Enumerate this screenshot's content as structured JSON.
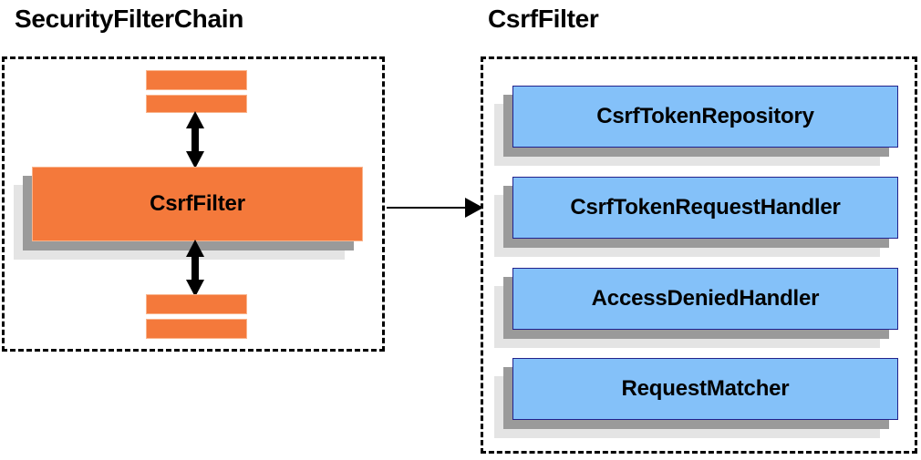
{
  "diagram": {
    "type": "component-relationship-diagram",
    "background_color": "#ffffff",
    "palette": {
      "orange_fill": "#F4793B",
      "orange_border": "#F9B48C",
      "blue_fill": "#84C1F9",
      "blue_border": "#22228C",
      "shadow_dark": "#9A9A9A",
      "shadow_light": "#E4E4E4",
      "outline": "#000000"
    }
  },
  "panels": {
    "left": {
      "title": "SecurityFilterChain",
      "nodes": [
        {
          "id": "filter-bar-1",
          "label": "",
          "kind": "orange-bar"
        },
        {
          "id": "filter-bar-2",
          "label": "",
          "kind": "orange-bar"
        },
        {
          "id": "csrf-filter",
          "label": "CsrfFilter",
          "kind": "orange-node"
        },
        {
          "id": "filter-bar-3",
          "label": "",
          "kind": "orange-bar"
        },
        {
          "id": "filter-bar-4",
          "label": "",
          "kind": "orange-bar"
        }
      ],
      "connectors": [
        {
          "id": "chain-up",
          "kind": "double-arrow-vertical"
        },
        {
          "id": "chain-down",
          "kind": "double-arrow-vertical"
        }
      ]
    },
    "right": {
      "title": "CsrfFilter",
      "nodes": [
        {
          "id": "csrf-token-repository",
          "label": "CsrfTokenRepository",
          "kind": "blue-node"
        },
        {
          "id": "csrf-token-request-handler",
          "label": "CsrfTokenRequestHandler",
          "kind": "blue-node"
        },
        {
          "id": "access-denied-handler",
          "label": "AccessDeniedHandler",
          "kind": "blue-node"
        },
        {
          "id": "request-matcher",
          "label": "RequestMatcher",
          "kind": "blue-node"
        }
      ]
    }
  },
  "connectors": {
    "panel_link": {
      "id": "csrf-filter-to-detail",
      "kind": "single-arrow-right",
      "label": ""
    }
  }
}
